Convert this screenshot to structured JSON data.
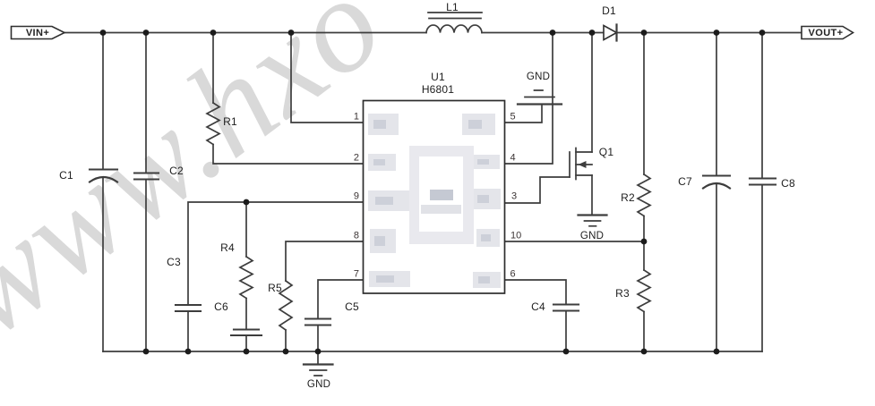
{
  "watermark": {
    "text": "www.hxo",
    "color": "#d9d9d9"
  },
  "ports": {
    "vin": "VIN+",
    "vout": "VOUT+"
  },
  "ic": {
    "ref": "U1",
    "part": "H6801",
    "pins_left": [
      "1",
      "2",
      "9",
      "8",
      "7"
    ],
    "pins_right": [
      "5",
      "4",
      "3",
      "10",
      "6"
    ]
  },
  "components": {
    "l1": "L1",
    "d1": "D1",
    "q1": "Q1",
    "r1": "R1",
    "r2": "R2",
    "r3": "R3",
    "r4": "R4",
    "r5": "R5",
    "c1": "C1",
    "c2": "C2",
    "c3": "C3",
    "c4": "C4",
    "c5": "C5",
    "c6": "C6",
    "c7": "C7",
    "c8": "C8"
  },
  "ground": {
    "label": "GND"
  },
  "colors": {
    "wire": "#3d3d3d",
    "component_text": "#1d1d1d",
    "pin_text": "#3b3434",
    "ic_border": "#2d2d2d",
    "censor_light": "#e4e5ea",
    "censor_dark": "#cdd0d9",
    "background": "#ffffff"
  }
}
